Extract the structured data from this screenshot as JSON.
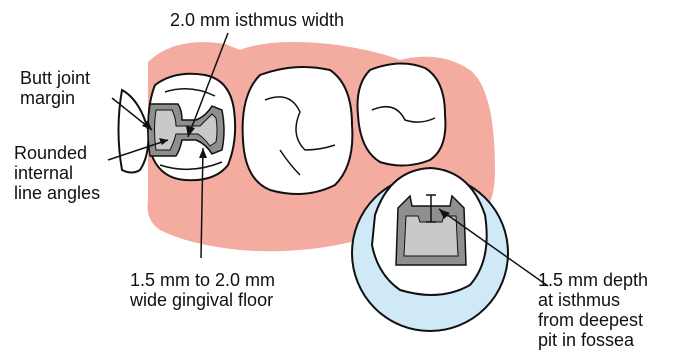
{
  "labels": {
    "isthmus_width": "2.0 mm isthmus width",
    "butt_joint": "Butt joint\nmargin",
    "rounded_angles": "Rounded\ninternal\nline angles",
    "gingival_floor": "1.5 mm to 2.0 mm\nwide gingival floor",
    "depth": "1.5 mm depth\nat isthmus\nfrom deepest\npit in fossea"
  },
  "colors": {
    "gingiva": "#f4aba0",
    "tooth": "#ffffff",
    "outline": "#111111",
    "prep_dark": "#8f8f8f",
    "prep_light": "#c9c9c9",
    "inset_bg": "#cfe9f6"
  }
}
